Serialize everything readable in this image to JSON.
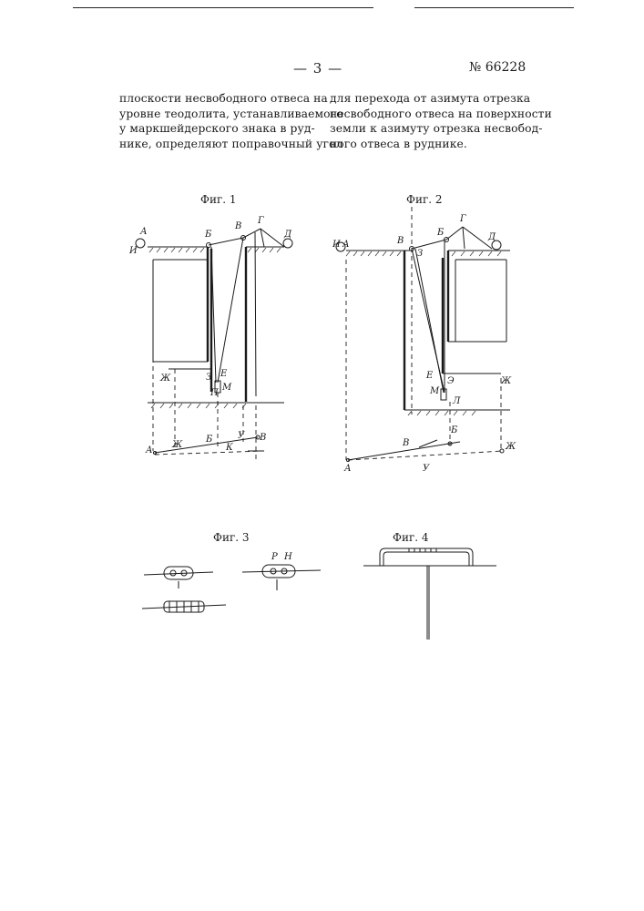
{
  "header": {
    "page_number": "— 3 —",
    "patent_number": "№ 66228"
  },
  "text": {
    "left_column": "плоскости несвободного отвеса на\nуровне теодолита, устанавливаемого\nу маркшейдерского знака в руд-\nнике, определяют поправочный угол",
    "right_column": "для перехода от азимута отрезка\nнесвободного отвеса на поверхности\nземли к азимуту отрезка несвобод-\nного отвеса в руднике."
  },
  "figures": {
    "fig1": {
      "caption": "Фиг. 1",
      "labels": [
        "А",
        "Б",
        "В",
        "Г",
        "Д",
        "И",
        "Ж",
        "З",
        "Е",
        "М",
        "П",
        "А",
        "Ж",
        "Б",
        "У",
        "В",
        "К"
      ]
    },
    "fig2": {
      "caption": "Фиг. 2",
      "labels": [
        "И",
        "А",
        "В",
        "З",
        "Б",
        "Г",
        "Д",
        "Е",
        "Э",
        "М",
        "Л",
        "Ж",
        "Б",
        "В",
        "А",
        "У",
        "Ж"
      ]
    },
    "fig3": {
      "caption": "Фиг. 3",
      "labels": [
        "Р",
        "Н"
      ]
    },
    "fig4": {
      "caption": "Фиг. 4"
    }
  }
}
